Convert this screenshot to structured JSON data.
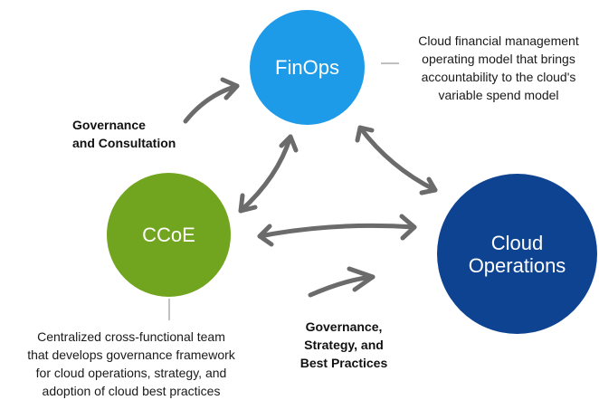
{
  "nodes": {
    "finops": {
      "label": "FinOps",
      "color": "#1e9be8"
    },
    "ccoe": {
      "label": "CCoE",
      "color": "#72a51f"
    },
    "cloud_operations": {
      "label": "Cloud\nOperations",
      "color": "#0d4391"
    }
  },
  "descriptions": {
    "finops": "Cloud financial management\noperating model that brings\naccountability to the cloud's\nvariable spend model",
    "ccoe": "Centralized cross-functional team\nthat develops governance framework\nfor cloud operations, strategy, and\nadoption of cloud best practices"
  },
  "flows": {
    "governance_consultation": "Governance\nand Consultation",
    "governance_strategy": "Governance,\nStrategy, and\nBest Practices"
  },
  "colors": {
    "arrow": "#6b6b6b",
    "connector": "#9a9a9a"
  }
}
